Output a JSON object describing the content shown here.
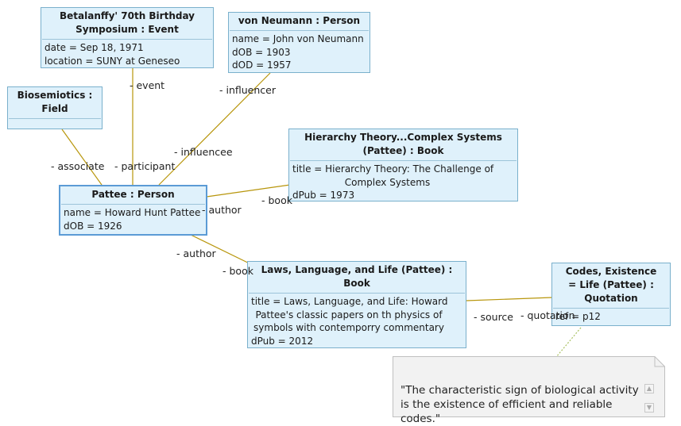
{
  "nodes": {
    "symposium": {
      "title": [
        "Betalanffy' 70th Birthday",
        "Symposium : Event"
      ],
      "attrs": [
        "date = Sep 18, 1971",
        "location = SUNY at Geneseo"
      ]
    },
    "neumann": {
      "title": [
        "von Neumann : Person"
      ],
      "attrs": [
        "name = John von Neumann",
        "dOB = 1903",
        "dOD = 1957"
      ]
    },
    "biosemiotics": {
      "title": [
        "Biosemiotics :",
        "Field"
      ],
      "attrs": []
    },
    "hierarchy": {
      "title": [
        "Hierarchy Theory...Complex Systems",
        "(Pattee) : Book"
      ],
      "attrs": [
        "title = Hierarchy Theory: The Challenge of",
        "Complex Systems",
        "dPub = 1973"
      ]
    },
    "pattee": {
      "title": [
        "Pattee : Person"
      ],
      "attrs": [
        "name = Howard Hunt Pattee",
        "dOB = 1926"
      ]
    },
    "laws": {
      "title": [
        "Laws, Language, and Life (Pattee) :",
        "Book"
      ],
      "attrs": [
        "title = Laws, Language, and Life: Howard",
        "Pattee's classic papers on th physics of",
        "symbols with contemporry commentary",
        "dPub = 2012"
      ]
    },
    "codes": {
      "title": [
        "Codes, Existence",
        "= Life (Pattee) :",
        "Quotation"
      ],
      "attrs": [
        "ref = p12"
      ]
    }
  },
  "edge_labels": {
    "event": "- event",
    "influencer": "- influencer",
    "influencee": "- influencee",
    "associate": "- associate",
    "participant": "- participant",
    "author1": "- author",
    "book1": "- book",
    "author2": "- author",
    "book2": "- book",
    "source": "- source",
    "quotation": "- quotation"
  },
  "note": {
    "text": "\"The characteristic sign of biological activity is the existence of efficient and reliable codes.\""
  },
  "colors": {
    "node_fill": "#dff1fb",
    "node_border": "#7ab0cc",
    "edge": "#b8960c",
    "note_fill": "#f2f2f2"
  }
}
